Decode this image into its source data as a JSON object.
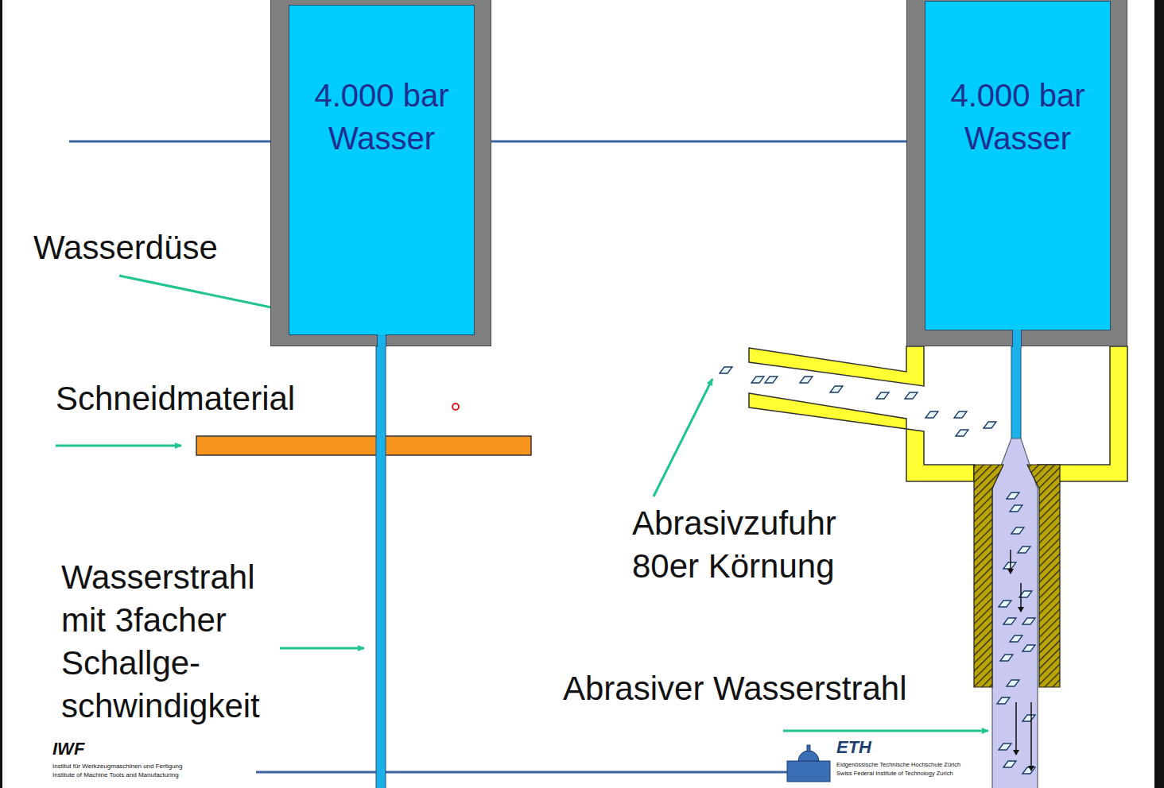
{
  "diagram": {
    "nodes": [
      {
        "text": [
          "4.000 bar Wasser"
        ]
      },
      {
        "text": [
          "4.000 bar Wasser"
        ]
      }
    ],
    "edges": [
      {
        "from": 0,
        "to": 1,
        "arrow": "none"
      }
    ],
    "labels": [
      "Wasserdüse",
      "Schneidmaterial",
      "Wasserstrahl mit 3facher Schallge- schwindigkeit",
      "Abrasivzufuhr 80er Körnung",
      "Abrasiver Wasserstrahl",
      "IWF",
      "Institut für Werkzeugmaschinen und Fertigung",
      "Institute of Machine Tools and Manufacturing",
      "ETH",
      "Eidgenössische Technische Hochschule Zürich",
      "Swiss Federal Institute of Technology Zurich"
    ]
  }
}
